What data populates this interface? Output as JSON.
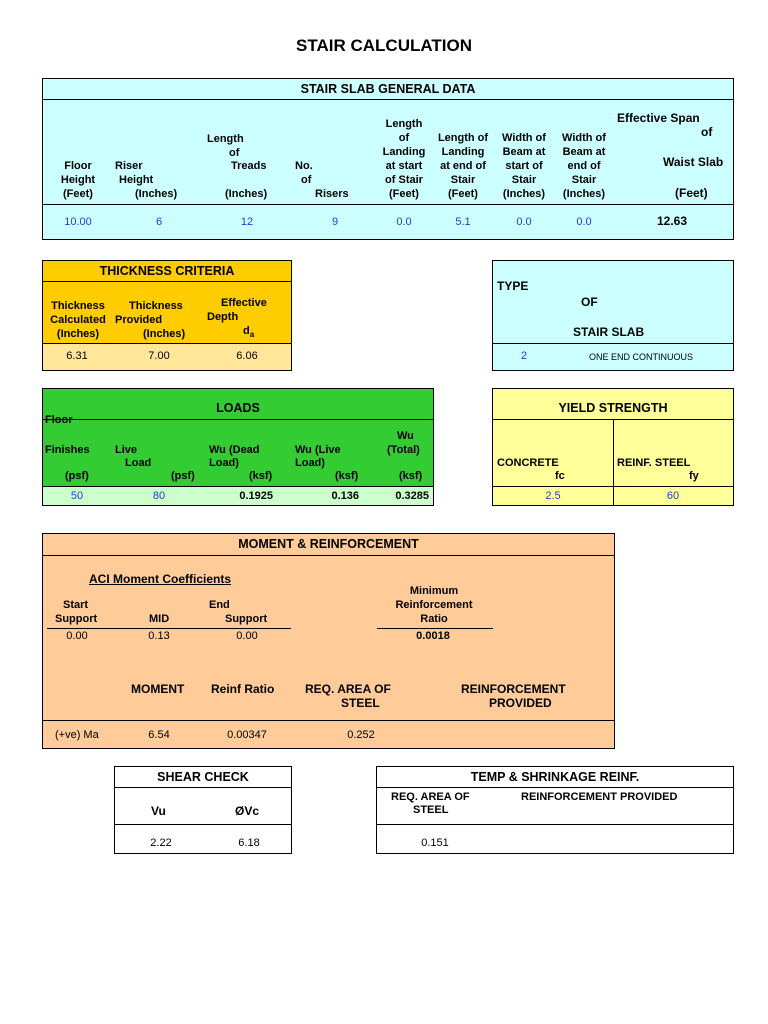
{
  "title": "STAIR CALCULATION",
  "general": {
    "header": "STAIR SLAB GENERAL DATA",
    "col1": [
      "Floor",
      "Height",
      "(Feet)"
    ],
    "col2a": [
      "Riser",
      "Height"
    ],
    "col2b": "(Inches)",
    "col3a": [
      "Length",
      "of"
    ],
    "col3b": "Treads",
    "col3c": "(Inches)",
    "col4a": [
      "No.",
      "of"
    ],
    "col4b": "Risers",
    "col5": [
      "Length",
      "of",
      "Landing",
      "at start",
      "of Stair",
      "(Feet)"
    ],
    "col6": [
      "Length of",
      "Landing",
      "at end of",
      "Stair",
      "(Feet)"
    ],
    "col7": [
      "Width of",
      "Beam at",
      "start of",
      "Stair",
      "(Inches)"
    ],
    "col8": [
      "Width of",
      "Beam at",
      "end of",
      "Stair",
      "(Inches)"
    ],
    "col9a": "Effective Span",
    "col9b": "of",
    "col9c": "Waist Slab",
    "col9d": "(Feet)",
    "values": [
      "10.00",
      "6",
      "12",
      "9",
      "0.0",
      "5.1",
      "0.0",
      "0.0",
      "12.63"
    ]
  },
  "thickness": {
    "header": "THICKNESS CRITERIA",
    "col1": [
      "Thickness",
      "Calculated",
      "(Inches)"
    ],
    "col2a": [
      "Thickness",
      "Provided"
    ],
    "col2b": "(Inches)",
    "col3a": "Effective",
    "col3b": "Depth",
    "col3c": "d",
    "col3sub": "a",
    "values": [
      "6.31",
      "7.00",
      "6.06"
    ]
  },
  "type": {
    "label1": "TYPE",
    "label2": "OF",
    "label3": "STAIR SLAB",
    "value": "2",
    "desc": "ONE END CONTINUOUS"
  },
  "loads": {
    "header": "LOADS",
    "col1a": "Floor",
    "col1b": "Finishes",
    "col1c": "(psf)",
    "col2a": "Live",
    "col2b": "Load",
    "col2c": "(psf)",
    "col3a": "Wu  (Dead",
    "col3b": "Load)",
    "col3c": "(ksf)",
    "col4a": "Wu  (Live",
    "col4b": "Load)",
    "col4c": "(ksf)",
    "col5a": "Wu",
    "col5b": "(Total)",
    "col5c": "(ksf)",
    "values": [
      "50",
      "80",
      "0.1925",
      "0.136",
      "0.3285"
    ]
  },
  "yield": {
    "header": "YIELD STRENGTH",
    "col1a": "CONCRETE",
    "col1b": "fc",
    "col2a": "REINF. STEEL",
    "col2b": "fy",
    "values": [
      "2.5",
      "60"
    ]
  },
  "moment": {
    "header": "MOMENT & REINFORCEMENT",
    "aci": "ACI Moment Coefficients",
    "start": [
      "Start",
      "Support"
    ],
    "mid": "MID",
    "end": [
      "End",
      "Support"
    ],
    "coef": [
      "0.00",
      "0.13",
      "0.00"
    ],
    "min_reinf": [
      "Minimum",
      "Reinforcement",
      "Ratio"
    ],
    "min_value": "0.0018",
    "moment_label": "MOMENT",
    "reinf_ratio": "Reinf  Ratio",
    "req_area": "REQ. AREA   OF",
    "steel": "STEEL",
    "reinforcement": "REINFORCEMENT",
    "provided": "PROVIDED",
    "row_label": "(+ve) Ma",
    "row_values": [
      "6.54",
      "0.00347",
      "0.252"
    ]
  },
  "shear": {
    "header": "SHEAR CHECK",
    "col1": "Vu",
    "col2": "ØVc",
    "values": [
      "2.22",
      "6.18"
    ]
  },
  "temp": {
    "header": "TEMP & SHRINKAGE REINF.",
    "req": "REQ. AREA OF",
    "steel": "STEEL",
    "reinf": "REINFORCEMENT   PROVIDED",
    "value": "0.151"
  },
  "colors": {
    "cyan": "#ccffff",
    "gold": "#ffcc00",
    "gold_light": "#ffe699",
    "green": "#33cc33",
    "yellow": "#ffff99",
    "peach": "#ffcc99",
    "blue_text": "#1f3fd0"
  }
}
